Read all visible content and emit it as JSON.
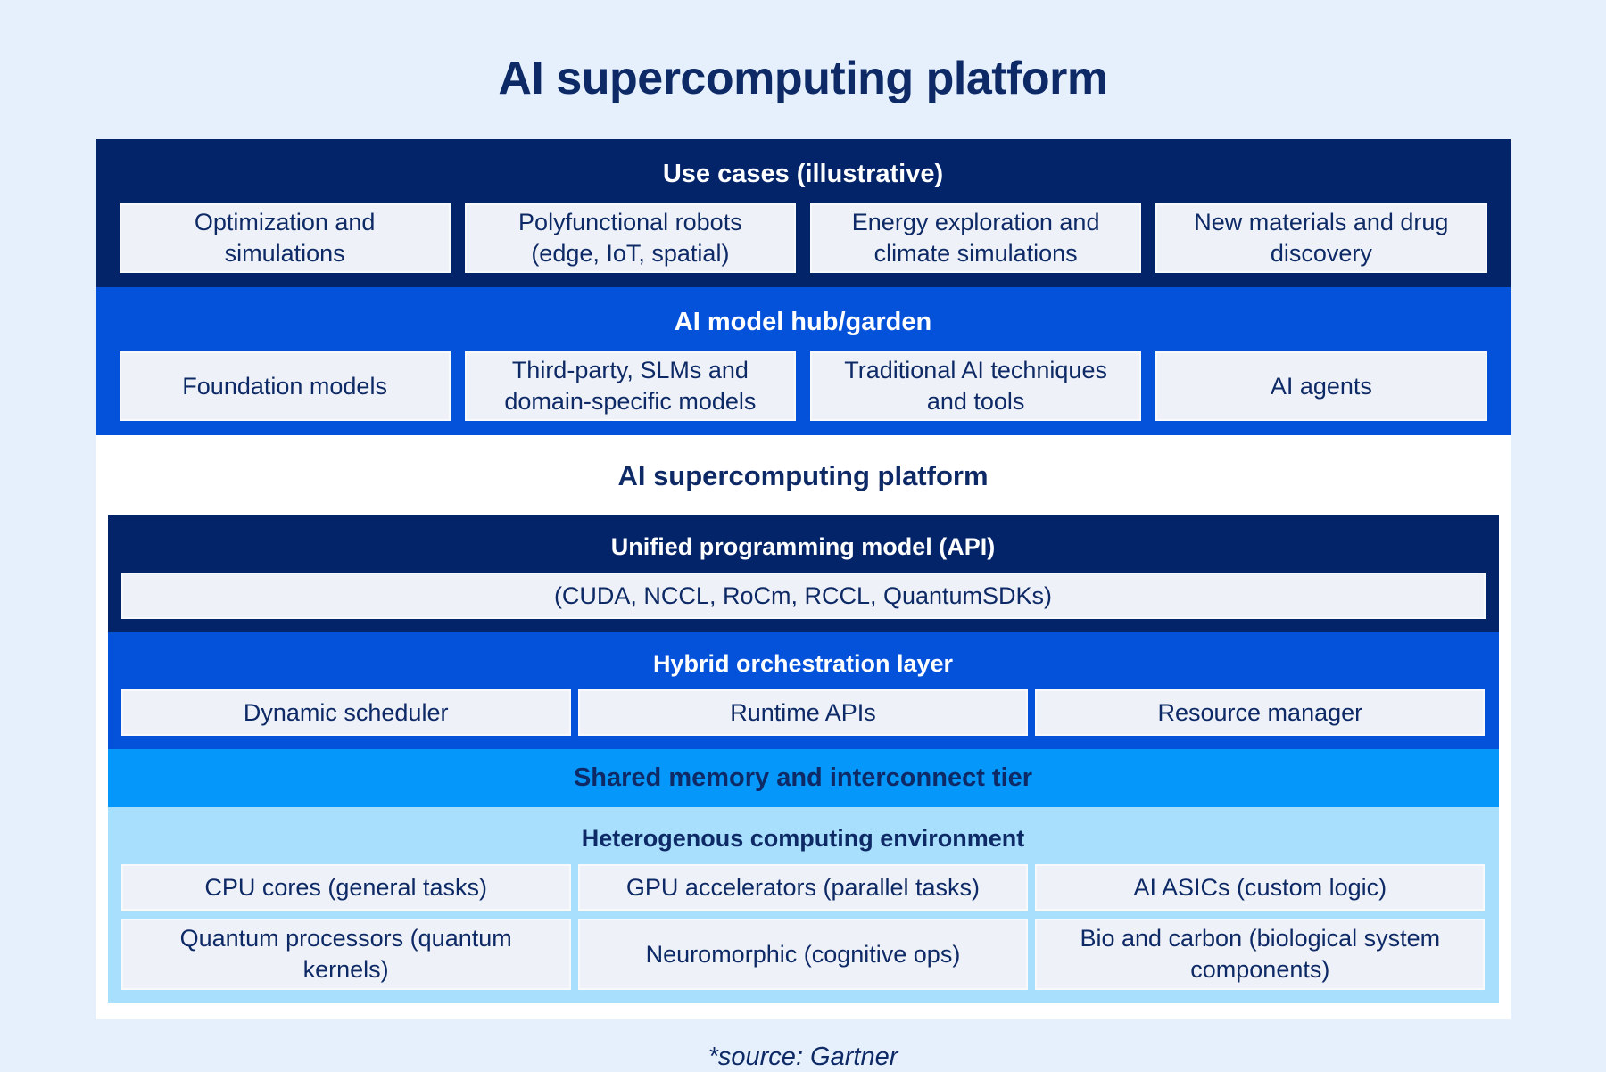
{
  "title": "AI supercomputing platform",
  "footer": "*source: Gartner",
  "colors": {
    "page_bg": "#e6f0fd",
    "navy": "#04246a",
    "blue": "#0452da",
    "sky": "#0598fa",
    "lightblue": "#a8dffc",
    "box_bg": "#eef1f7",
    "box_border": "rgba(255,255,255,0.55)",
    "text_navy": "#0e2a66"
  },
  "layers": {
    "use_cases": {
      "header": "Use cases (illustrative)",
      "items": [
        "Optimization and simulations",
        "Polyfunctional robots (edge, IoT, spatial)",
        "Energy exploration and climate simulations",
        "New materials and drug discovery"
      ]
    },
    "model_hub": {
      "header": "AI model hub/garden",
      "items": [
        "Foundation models",
        "Third-party, SLMs and domain-specific models",
        "Traditional AI techniques and tools",
        "AI agents"
      ]
    },
    "platform": {
      "title": "AI supercomputing platform",
      "unified_programming": {
        "header": "Unified programming model (API)",
        "items": [
          "(CUDA, NCCL, RoCm, RCCL, QuantumSDKs)"
        ]
      },
      "orchestration": {
        "header": "Hybrid orchestration layer",
        "items": [
          "Dynamic scheduler",
          "Runtime APIs",
          "Resource manager"
        ]
      },
      "shared_memory": {
        "header": "Shared memory and interconnect tier"
      },
      "heterogenous": {
        "header": "Heterogenous computing environment",
        "row1": [
          "CPU cores (general tasks)",
          "GPU accelerators (parallel tasks)",
          "AI ASICs (custom logic)"
        ],
        "row2": [
          "Quantum processors (quantum kernels)",
          "Neuromorphic (cognitive ops)",
          "Bio and carbon (biological system components)"
        ]
      }
    }
  }
}
